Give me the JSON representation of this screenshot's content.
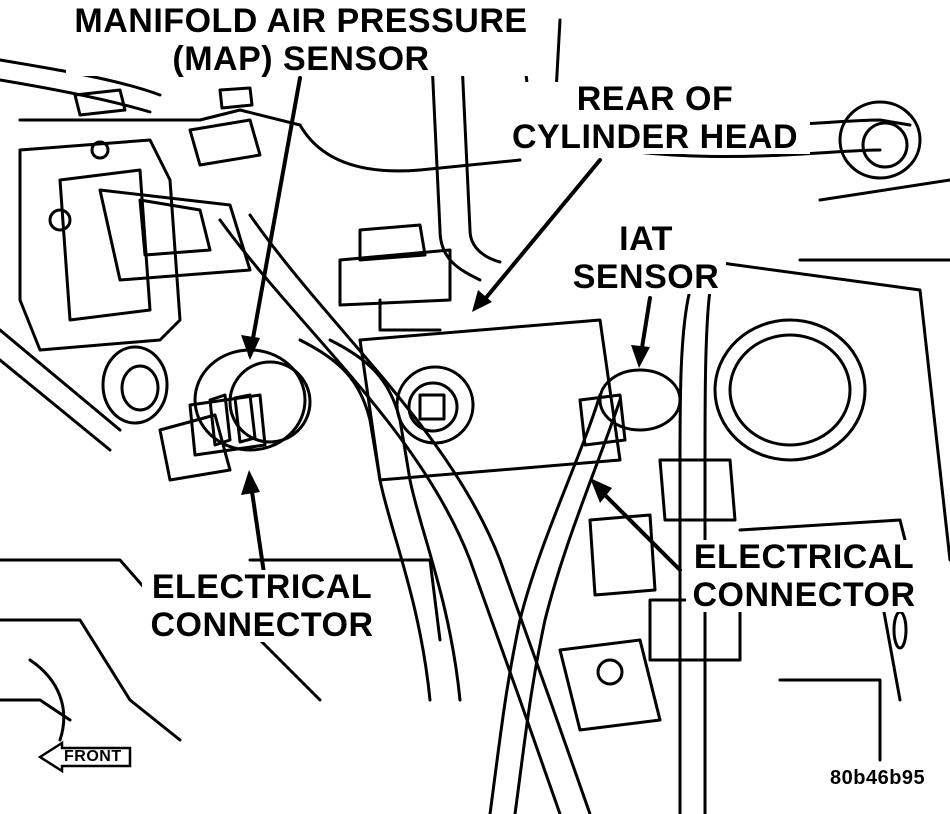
{
  "callouts": {
    "map_sensor_line1": "MANIFOLD AIR PRESSURE",
    "map_sensor_line2": "(MAP) SENSOR",
    "rear_head_line1": "REAR OF",
    "rear_head_line2": "CYLINDER HEAD",
    "iat_line1": "IAT",
    "iat_line2": "SENSOR",
    "elec_left_line1": "ELECTRICAL",
    "elec_left_line2": "CONNECTOR",
    "elec_right_line1": "ELECTRICAL",
    "elec_right_line2": "CONNECTOR"
  },
  "front_arrow_label": "FRONT",
  "figure_code": "80b46b95",
  "colors": {
    "ink": "#000000",
    "paper": "#ffffff"
  }
}
